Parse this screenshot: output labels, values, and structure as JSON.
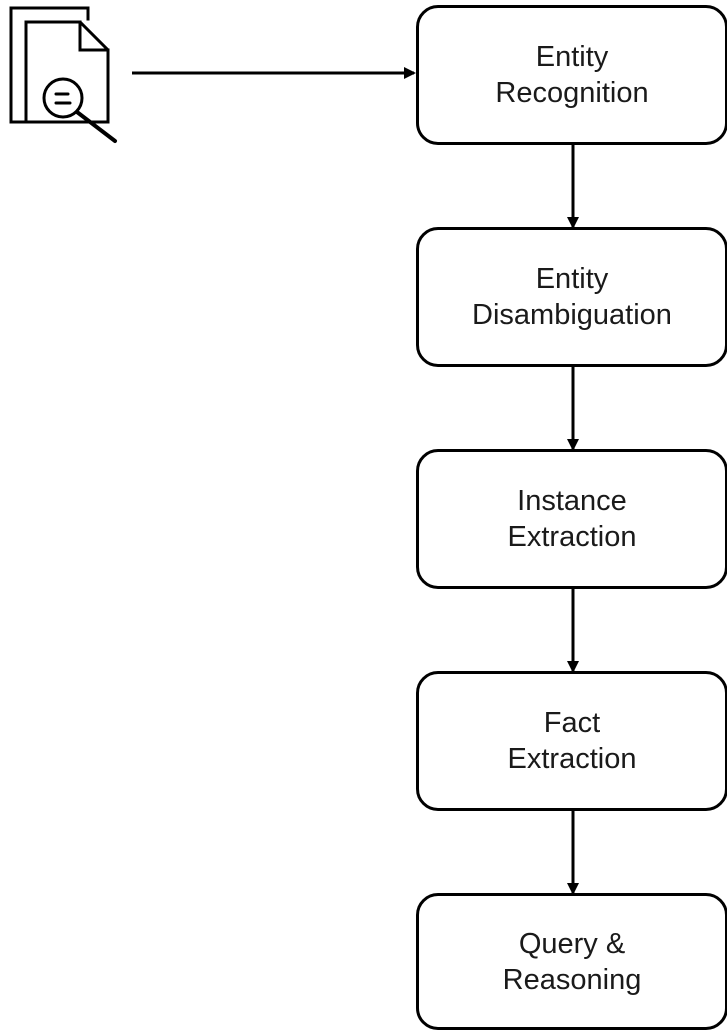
{
  "diagram": {
    "icons": {
      "input": "document-search-icon"
    },
    "nodes": [
      {
        "id": "entity-recognition",
        "line1": "Entity",
        "line2": "Recognition"
      },
      {
        "id": "entity-disambiguation",
        "line1": "Entity",
        "line2": "Disambiguation"
      },
      {
        "id": "instance-extraction",
        "line1": "Instance",
        "line2": "Extraction"
      },
      {
        "id": "fact-extraction",
        "line1": "Fact",
        "line2": "Extraction"
      },
      {
        "id": "query-reasoning",
        "line1": "Query &",
        "line2": "Reasoning"
      }
    ],
    "colors": {
      "stroke": "#000000",
      "text": "#1a1a1a",
      "background": "#ffffff"
    }
  }
}
